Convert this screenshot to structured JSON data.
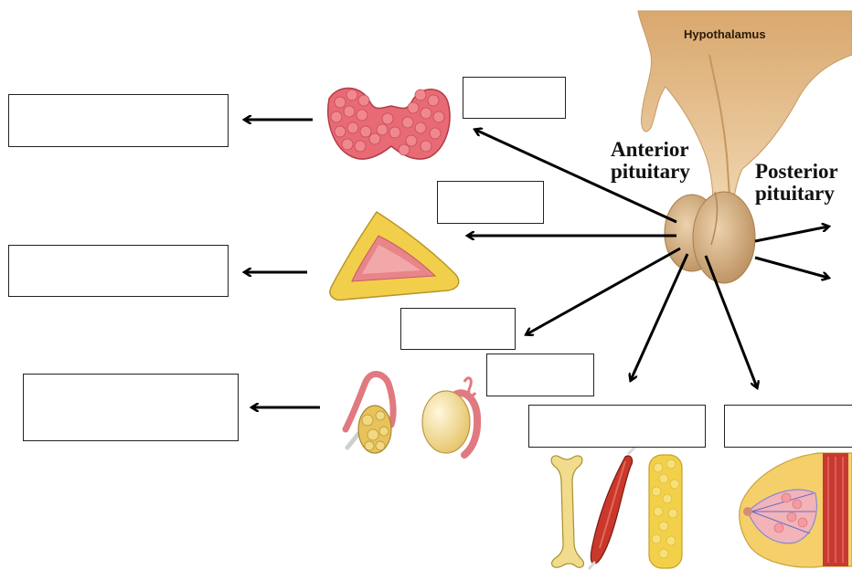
{
  "labels": {
    "hypothalamus": "Hypothalamus",
    "anterior_line1": "Anterior",
    "anterior_line2": "pituitary",
    "posterior_line1": "Posterior",
    "posterior_line2": "pituitary"
  },
  "answer_boxes": [
    "",
    "",
    "",
    "",
    "",
    "",
    "",
    "",
    "",
    "",
    ""
  ],
  "colors": {
    "pituitary": "#d4a978",
    "hypothalamus": "#e2c08f",
    "thyroid": "#e05a66",
    "adrenal_cortex": "#f2cf4a",
    "adrenal_medulla": "#e8858a",
    "muscle": "#c9382b",
    "bone": "#f0dc8c",
    "arrow": "#000000"
  },
  "icons": [
    "thyroid-gland-icon",
    "adrenal-gland-icon",
    "ovary-icon",
    "testis-icon",
    "bone-icon",
    "muscle-icon",
    "adipose-tissue-icon",
    "mammary-gland-icon"
  ]
}
